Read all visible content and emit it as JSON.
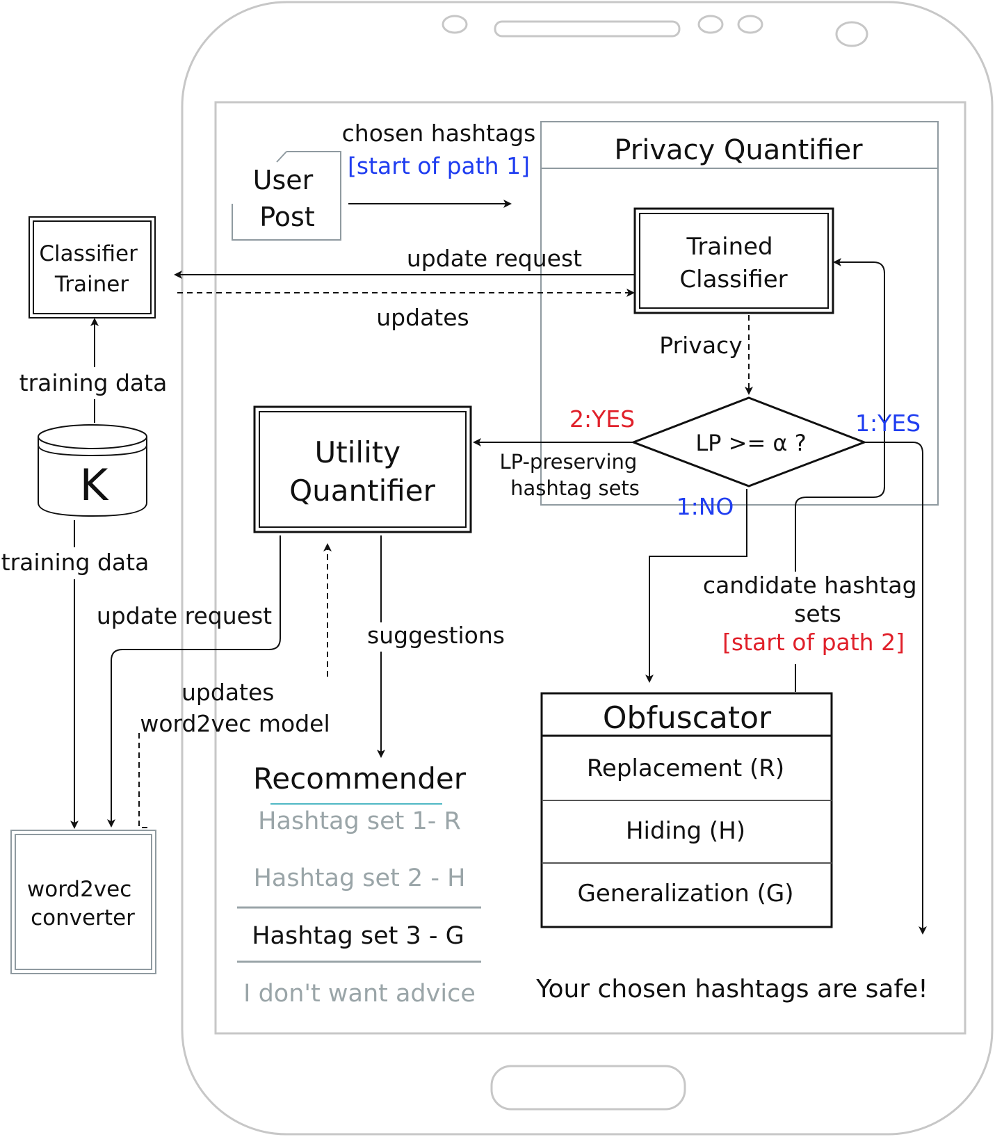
{
  "privacy_quantifier": {
    "title": "Privacy Quantifier"
  },
  "user_post": {
    "line1": "User",
    "line2": "Post"
  },
  "edges": {
    "chosen_hashtags": "chosen hashtags",
    "start_path_1": "[start of path 1]",
    "update_request_top": "update request",
    "updates_top": "updates",
    "privacy": "Privacy",
    "two_yes": "2:YES",
    "one_yes": "1:YES",
    "one_no": "1:NO",
    "lp_preserving_1": "LP-preserving",
    "lp_preserving_2": "hashtag sets",
    "training_data_top": "training data",
    "training_data_bottom": "training data",
    "update_request_bottom": "update request",
    "updates_bottom_1": "updates",
    "updates_bottom_2": "word2vec model",
    "suggestions": "suggestions",
    "candidate_1": "candidate hashtag",
    "candidate_2": "sets",
    "start_path_2": "[start of path 2]"
  },
  "classifier_trainer": {
    "line1": "Classifier",
    "line2": "Trainer"
  },
  "trained_classifier": {
    "line1": "Trained",
    "line2": "Classifier"
  },
  "decision": {
    "text": "LP >= α ?"
  },
  "datastore": {
    "label": "K"
  },
  "utility_quantifier": {
    "line1": "Utility",
    "line2": "Quantifier"
  },
  "word2vec": {
    "line1": "word2vec",
    "line2": "converter"
  },
  "recommender": {
    "title": "Recommender",
    "items": [
      "Hashtag set 1- R",
      "Hashtag set 2 - H",
      "Hashtag set 3 - G",
      "I don't want advice"
    ]
  },
  "obfuscator": {
    "title": "Obfuscator",
    "items": [
      "Replacement (R)",
      "Hiding (H)",
      "Generalization (G)"
    ]
  },
  "safe_message": "Your chosen hashtags are safe!",
  "colors": {
    "blue": "#1f3df0",
    "red": "#e0202a",
    "phone_outline": "#c7c7c7",
    "grey_text": "#9aa5a8"
  }
}
